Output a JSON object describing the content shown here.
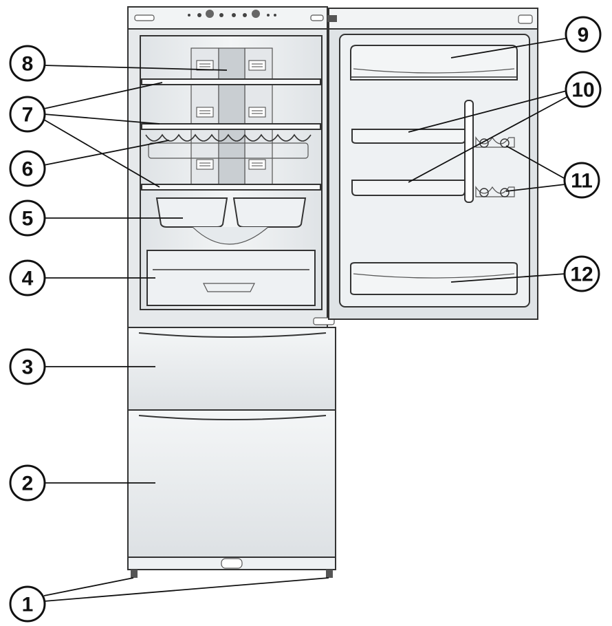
{
  "callouts": [
    {
      "id": "1",
      "label": "1"
    },
    {
      "id": "2",
      "label": "2"
    },
    {
      "id": "3",
      "label": "3"
    },
    {
      "id": "4",
      "label": "4"
    },
    {
      "id": "5",
      "label": "5"
    },
    {
      "id": "6",
      "label": "6"
    },
    {
      "id": "7",
      "label": "7"
    },
    {
      "id": "8",
      "label": "8"
    },
    {
      "id": "9",
      "label": "9"
    },
    {
      "id": "10",
      "label": "10"
    },
    {
      "id": "11",
      "label": "11"
    },
    {
      "id": "12",
      "label": "12"
    }
  ],
  "colors": {
    "outline": "#333333",
    "cabinet": "#e6e9eb",
    "interior": "#eef1f3",
    "door": "#dfe3e6",
    "shelf": "#f7f8f9",
    "callout": "#111111"
  }
}
